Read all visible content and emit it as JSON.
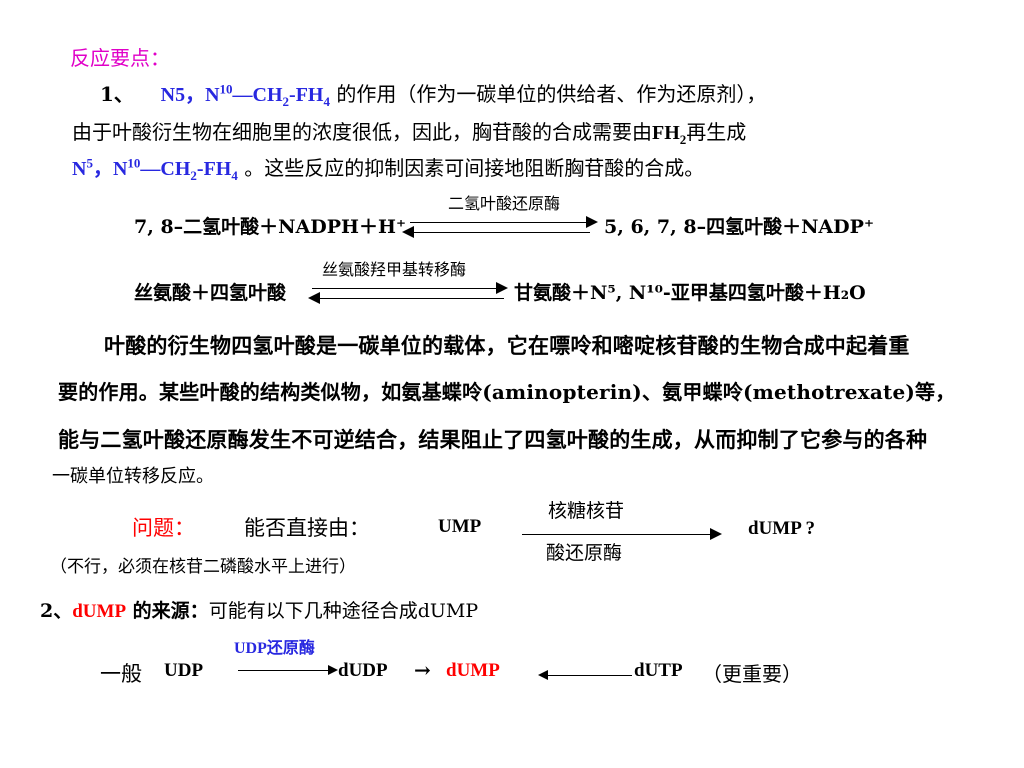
{
  "heading": "反应要点：",
  "p1": {
    "num": "1、",
    "formula_a": "N5，N",
    "sup_a": "10",
    "formula_b": "—CH",
    "sub_b": "2",
    "formula_c": "-FH",
    "sub_c": "4",
    "text1": " 的作用（作为一碳单位的供给者、作为还原剂），",
    "line2a": "由于叶酸衍生物在细胞里的浓度很低，因此，胸苷酸的合成需要由",
    "line2b": "FH",
    "line2b_sub": "2",
    "line2c": "再生成",
    "line3_n": "N",
    "line3_sup1": "5",
    "line3_mid": "，N",
    "line3_sup2": "10",
    "line3_ch": "—CH",
    "line3_sub1": "2",
    "line3_fh": "-FH",
    "line3_sub2": "4",
    "line3_text": " 。这些反应的抑制因素可间接地阻断胸苷酸的合成。"
  },
  "reaction1": {
    "left": "7, 8–二氢叶酸＋NADPH＋H⁺",
    "enzyme": "二氢叶酸还原酶",
    "right": "5, 6, 7, 8–四氢叶酸＋NADP⁺"
  },
  "reaction2": {
    "left": "丝氨酸＋四氢叶酸",
    "enzyme": "丝氨酸羟甲基转移酶",
    "right": "甘氨酸＋N⁵, N¹⁰-亚甲基四氢叶酸＋H₂O"
  },
  "scan_para": {
    "line1": "叶酸的衍生物四氢叶酸是一碳单位的载体，它在嘌呤和嘧啶核苷酸的生物合成中起着重",
    "line2": "要的作用。某些叶酸的结构类似物，如氨基蝶呤(aminopterin)、氨甲蝶呤(methotrexate)等，",
    "line3": "能与二氢叶酸还原酶发生不可逆结合，结果阻止了四氢叶酸的生成，从而抑制了它参与的各种",
    "line4": "一碳单位转移反应。"
  },
  "question": {
    "label": "问题：",
    "text": "能否直接由：",
    "ump": "UMP",
    "enzyme_top": "核糖核苷",
    "enzyme_bottom": "酸还原酶",
    "dump": "dUMP ?",
    "answer": "（不行，必须在核苷二磷酸水平上进行）"
  },
  "p2": {
    "num": "2、",
    "dump": "dUMP",
    "label": " 的来源：",
    "text": "可能有以下几种途径合成dUMP"
  },
  "pathway": {
    "enzyme": "UDP还原酶",
    "general": "一般",
    "udp": "UDP",
    "dudp": "dUDP",
    "arrow": "→",
    "dump": "dUMP",
    "dutp": "dUTP",
    "note": "（更重要）"
  },
  "colors": {
    "heading": "#e000c8",
    "formula": "#2828e0",
    "red": "#ff0000"
  }
}
